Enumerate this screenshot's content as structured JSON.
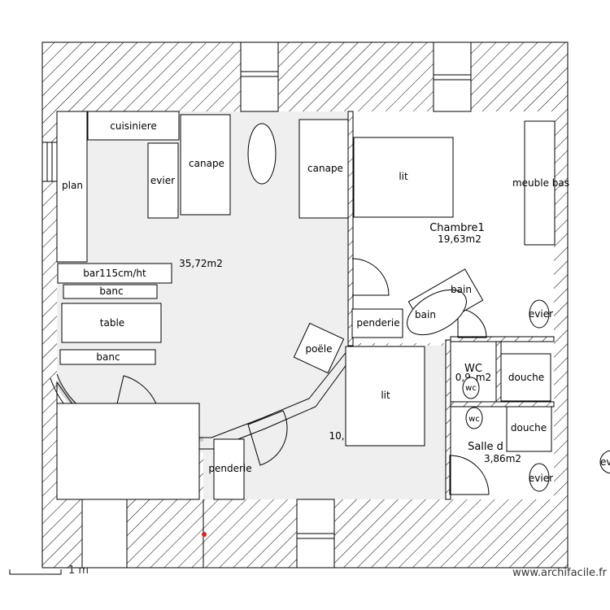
{
  "rooms": {
    "living_area": "35,72m2",
    "chambre1_name": "Chambre1",
    "chambre1_area": "19,63m2",
    "wc_name": "WC",
    "wc_area": "0,9_m2",
    "salle_name": "Salle d",
    "salle_area": "3,86m2",
    "room2_area": "10,"
  },
  "furniture": {
    "cuisiniere": "cuisiniere",
    "plan": "plan",
    "evier": "evier",
    "canape1": "canape",
    "canape2": "canape",
    "lit1": "lit",
    "lit2": "lit",
    "meuble_bas": "meuble bas",
    "bar": "bar115cm/ht",
    "banc1": "banc",
    "table": "table",
    "banc2": "banc",
    "bain1": "bain",
    "bain2": "bain",
    "evier_chambre": "evier",
    "penderie1": "penderie",
    "poele": "poële",
    "wc_label": "wc",
    "wc2_label": "wc",
    "douche1": "douche",
    "douche2": "douche",
    "evier_salle": "evier",
    "evier_outside": "evie",
    "penderie2": "penderie"
  },
  "scale": "1 m",
  "credit": "www.archifacile.fr"
}
